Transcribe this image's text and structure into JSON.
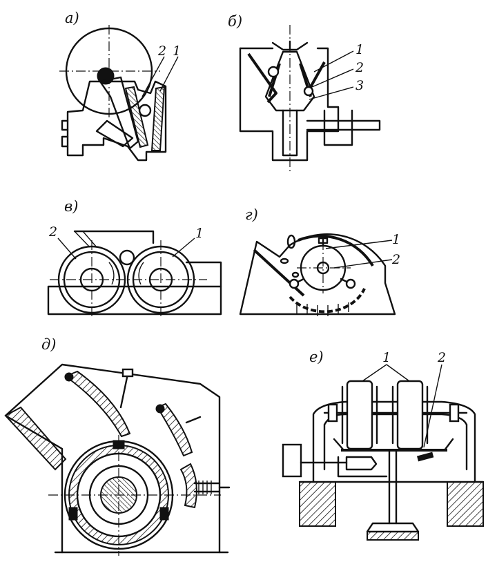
{
  "panels": {
    "a": {
      "label": "а)",
      "callouts": [
        "2",
        "1"
      ]
    },
    "b": {
      "label": "б)",
      "callouts": [
        "1",
        "2",
        "3"
      ]
    },
    "v": {
      "label": "в)",
      "callouts": [
        "2",
        "1"
      ]
    },
    "g": {
      "label": "г)",
      "callouts": [
        "1",
        "2"
      ]
    },
    "d": {
      "label": "д)"
    },
    "e": {
      "label": "е)",
      "callouts": [
        "1",
        "2"
      ]
    }
  },
  "colors": {
    "ink": "#111111",
    "paper": "#ffffff"
  }
}
